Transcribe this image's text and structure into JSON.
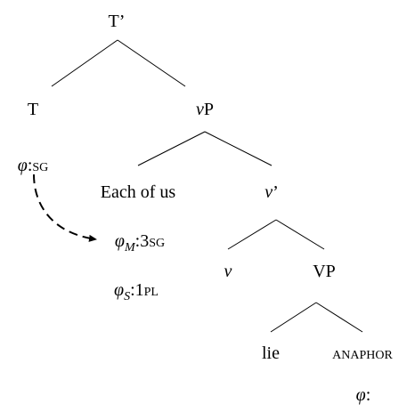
{
  "nodes": {
    "t_bar": "T’",
    "t": "T",
    "vp_little_v": "v",
    "vp_little_P": "P",
    "spec": "Each of us",
    "vbar_v": "v",
    "vbar_prime": "’",
    "v_head": "v",
    "big_vp": "VP",
    "verb": "lie",
    "anaphor": "anaphor"
  },
  "features": {
    "t_phi_symbol": "φ",
    "t_phi_value": ":sg",
    "phi_m_symbol": "φ",
    "phi_m_sub": "M",
    "phi_m_value_num": ":3",
    "phi_m_value_sc": "sg",
    "phi_s_symbol": "φ",
    "phi_s_sub": "S",
    "phi_s_value_num": ":1",
    "phi_s_value_sc": "pl",
    "anaphor_phi_symbol": "φ",
    "anaphor_phi_value": ":"
  }
}
